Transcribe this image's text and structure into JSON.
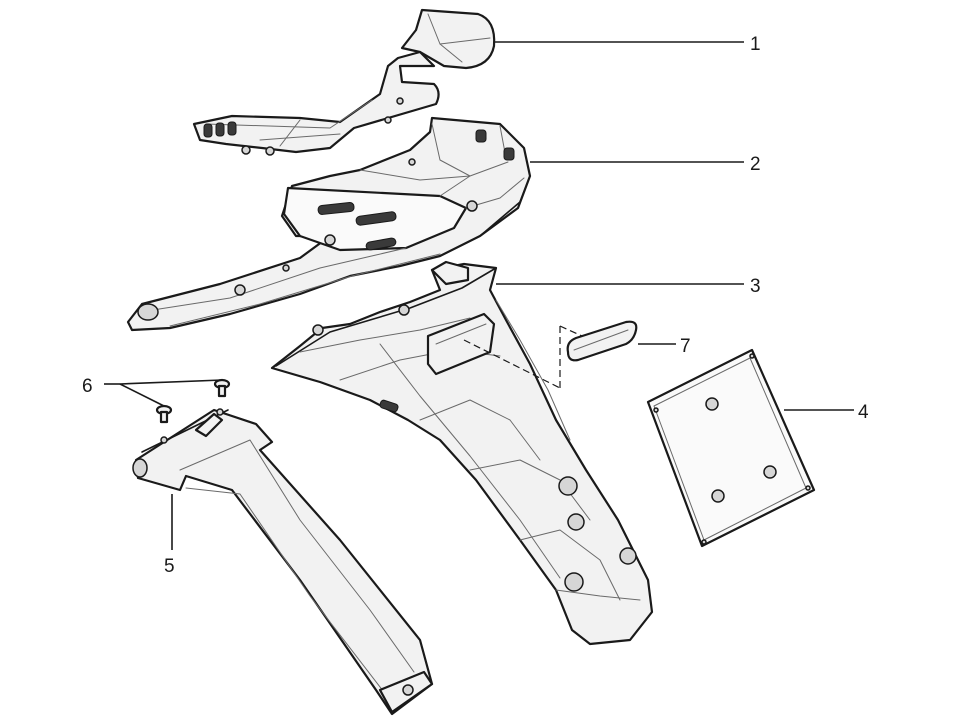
{
  "callouts": [
    {
      "id": "1",
      "label": "1"
    },
    {
      "id": "2",
      "label": "2"
    },
    {
      "id": "3",
      "label": "3"
    },
    {
      "id": "4",
      "label": "4"
    },
    {
      "id": "5",
      "label": "5"
    },
    {
      "id": "6",
      "label": "6"
    },
    {
      "id": "7",
      "label": "7"
    }
  ],
  "colors": {
    "line": "#1a1a1a",
    "fill": "#f2f2f2",
    "background": "#ffffff"
  }
}
